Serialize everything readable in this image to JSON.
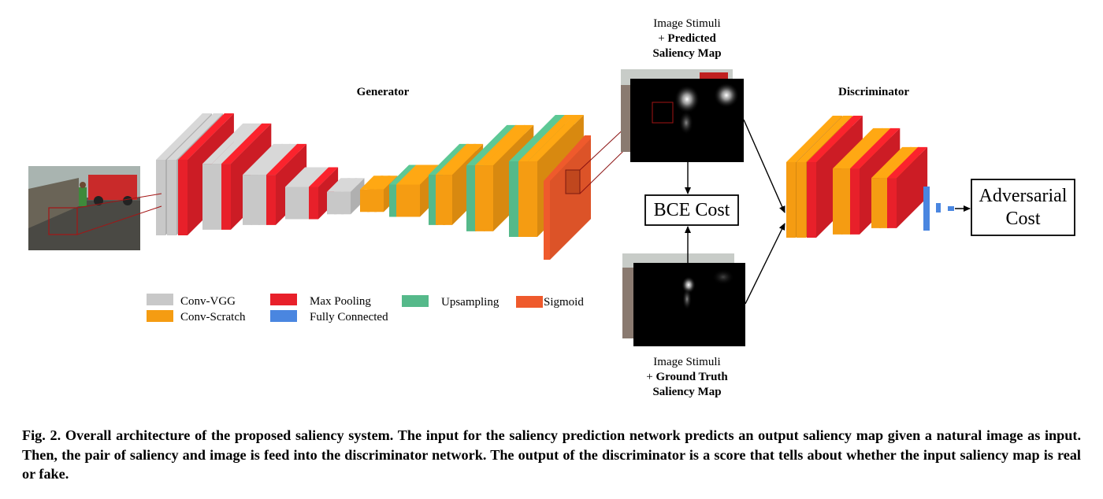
{
  "labels": {
    "generator": "Generator",
    "discriminator": "Discriminator",
    "pred_line1": "Image Stimuli",
    "pred_plus": "+ ",
    "pred_bold1": "Predicted",
    "pred_bold2": "Saliency Map",
    "gt_line1": "Image Stimuli",
    "gt_plus": "+ ",
    "gt_bold1": "Ground Truth",
    "gt_bold2": "Saliency Map",
    "bce_cost": "BCE Cost",
    "adversarial_line1": "Adversarial",
    "adversarial_line2": "Cost"
  },
  "legend": [
    {
      "label": "Conv-VGG",
      "color": "#c8c8c8"
    },
    {
      "label": "Conv-Scratch",
      "color": "#f59c12"
    },
    {
      "label": "Max Pooling",
      "color": "#e8202a"
    },
    {
      "label": "Fully Connected",
      "color": "#4a86e0"
    },
    {
      "label": "Upsampling",
      "color": "#55b98a"
    },
    {
      "label": "Sigmoid",
      "color": "#ef5a2c"
    }
  ],
  "colors": {
    "conv_vgg": "#c8c8c8",
    "conv_scratch": "#f59c12",
    "max_pooling": "#e8202a",
    "fully_connected": "#4a86e0",
    "upsampling": "#55b98a",
    "sigmoid": "#ef5a2c"
  },
  "caption": "Fig. 2. Overall architecture of the proposed saliency system. The input for the saliency prediction network predicts an output saliency map given a natural image as input. Then, the pair of saliency and image is feed into the discriminator network. The output of the discriminator is a score that tells about whether the input saliency map is real or fake."
}
